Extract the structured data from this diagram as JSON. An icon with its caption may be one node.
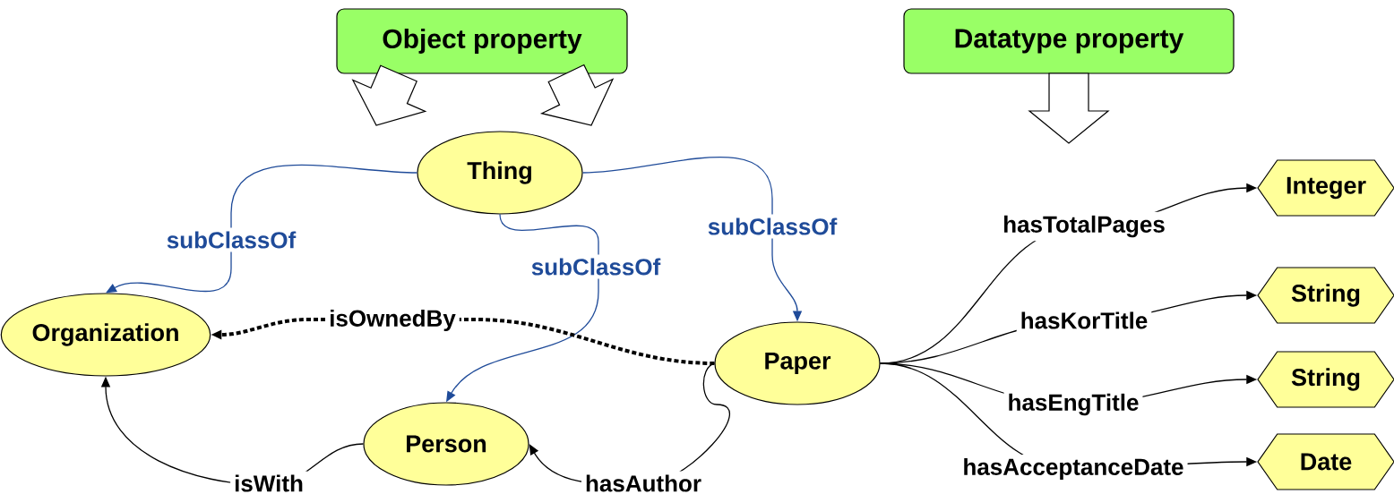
{
  "diagram": {
    "nodes": [
      {
        "text": [
          "Object property"
        ]
      },
      {
        "text": [
          "Datatype property"
        ]
      },
      {
        "text": [
          "Thing"
        ]
      },
      {
        "text": [
          "Organization"
        ]
      },
      {
        "text": [
          "Person"
        ]
      },
      {
        "text": [
          "Paper"
        ]
      },
      {
        "text": [
          "Integer"
        ]
      },
      {
        "text": [
          "String"
        ]
      },
      {
        "text": [
          "String"
        ]
      },
      {
        "text": [
          "Date"
        ]
      }
    ],
    "edges": [
      {
        "from": 2,
        "to": 3,
        "arrow": "to",
        "label": "subClassOf",
        "color": "#1f4b99"
      },
      {
        "from": 2,
        "to": 4,
        "arrow": "to",
        "label": "subClassOf",
        "color": "#1f4b99"
      },
      {
        "from": 2,
        "to": 5,
        "arrow": "to",
        "label": "subClassOf",
        "color": "#1f4b99"
      },
      {
        "from": 5,
        "to": 3,
        "arrow": "to",
        "label": "isOwnedBy",
        "style": "dashed"
      },
      {
        "from": 4,
        "to": 3,
        "arrow": "to",
        "label": "isWith"
      },
      {
        "from": 5,
        "to": 4,
        "arrow": "to",
        "label": "hasAuthor"
      },
      {
        "from": 5,
        "to": 6,
        "arrow": "to",
        "label": "hasTotalPages"
      },
      {
        "from": 5,
        "to": 7,
        "arrow": "to",
        "label": "hasKorTitle"
      },
      {
        "from": 5,
        "to": 8,
        "arrow": "to",
        "label": "hasEngTitle"
      },
      {
        "from": 5,
        "to": 9,
        "arrow": "to",
        "label": "hasAcceptanceDate"
      },
      {
        "from": 0,
        "to": null,
        "arrow": "to"
      },
      {
        "from": 0,
        "to": null,
        "arrow": "to"
      },
      {
        "from": 1,
        "to": null,
        "arrow": "to"
      }
    ]
  }
}
